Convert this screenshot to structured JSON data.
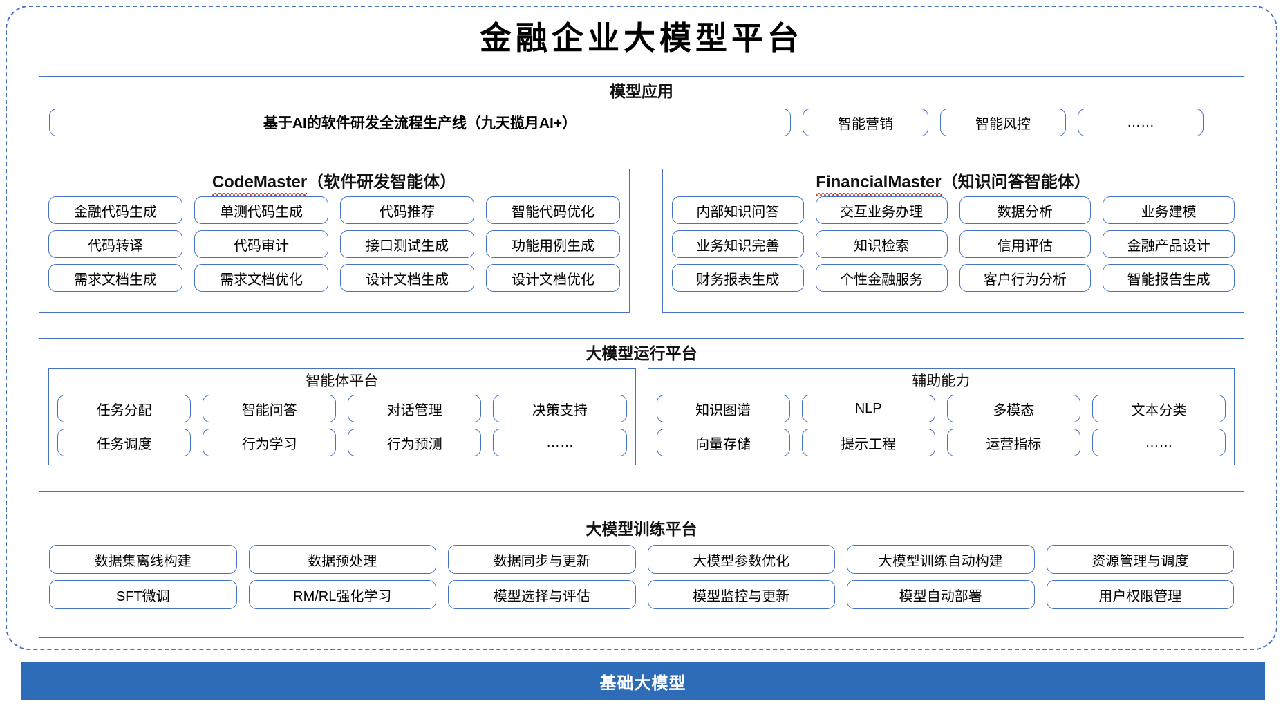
{
  "colors": {
    "accent_blue": "#4472C4",
    "footer_blue": "#2E6CB8",
    "spellcheck_red": "#E0301E",
    "text": "#000000"
  },
  "title": "金融企业大模型平台",
  "model_application": {
    "heading": "模型应用",
    "primary_item": "基于AI的软件研发全流程生产线（九天揽月AI+）",
    "items": [
      "智能营销",
      "智能风控",
      "……"
    ]
  },
  "agents": [
    {
      "name_en": "CodeMaster",
      "name_cn": "（软件研发智能体）",
      "rows": [
        [
          "金融代码生成",
          "单测代码生成",
          "代码推荐",
          "智能代码优化"
        ],
        [
          "代码转译",
          "代码审计",
          "接口测试生成",
          "功能用例生成"
        ],
        [
          "需求文档生成",
          "需求文档优化",
          "设计文档生成",
          "设计文档优化"
        ]
      ]
    },
    {
      "name_en": "FinancialMaster",
      "name_cn": "（知识问答智能体）",
      "rows": [
        [
          "内部知识问答",
          "交互业务办理",
          "数据分析",
          "业务建模"
        ],
        [
          "业务知识完善",
          "知识检索",
          "信用评估",
          "金融产品设计"
        ],
        [
          "财务报表生成",
          "个性金融服务",
          "客户行为分析",
          "智能报告生成"
        ]
      ]
    }
  ],
  "runtime_platform": {
    "heading": "大模型运行平台",
    "panels": [
      {
        "heading": "智能体平台",
        "rows": [
          [
            "任务分配",
            "智能问答",
            "对话管理",
            "决策支持"
          ],
          [
            "任务调度",
            "行为学习",
            "行为预测",
            "……"
          ]
        ]
      },
      {
        "heading": "辅助能力",
        "rows": [
          [
            "知识图谱",
            "NLP",
            "多模态",
            "文本分类"
          ],
          [
            "向量存储",
            "提示工程",
            "运营指标",
            "……"
          ]
        ]
      }
    ]
  },
  "training_platform": {
    "heading": "大模型训练平台",
    "rows": [
      [
        "数据集离线构建",
        "数据预处理",
        "数据同步与更新",
        "大模型参数优化",
        "大模型训练自动构建",
        "资源管理与调度"
      ],
      [
        "SFT微调",
        "RM/RL强化学习",
        "模型选择与评估",
        "模型监控与更新",
        "模型自动部署",
        "用户权限管理"
      ]
    ]
  },
  "footer": {
    "label": "基础大模型"
  }
}
